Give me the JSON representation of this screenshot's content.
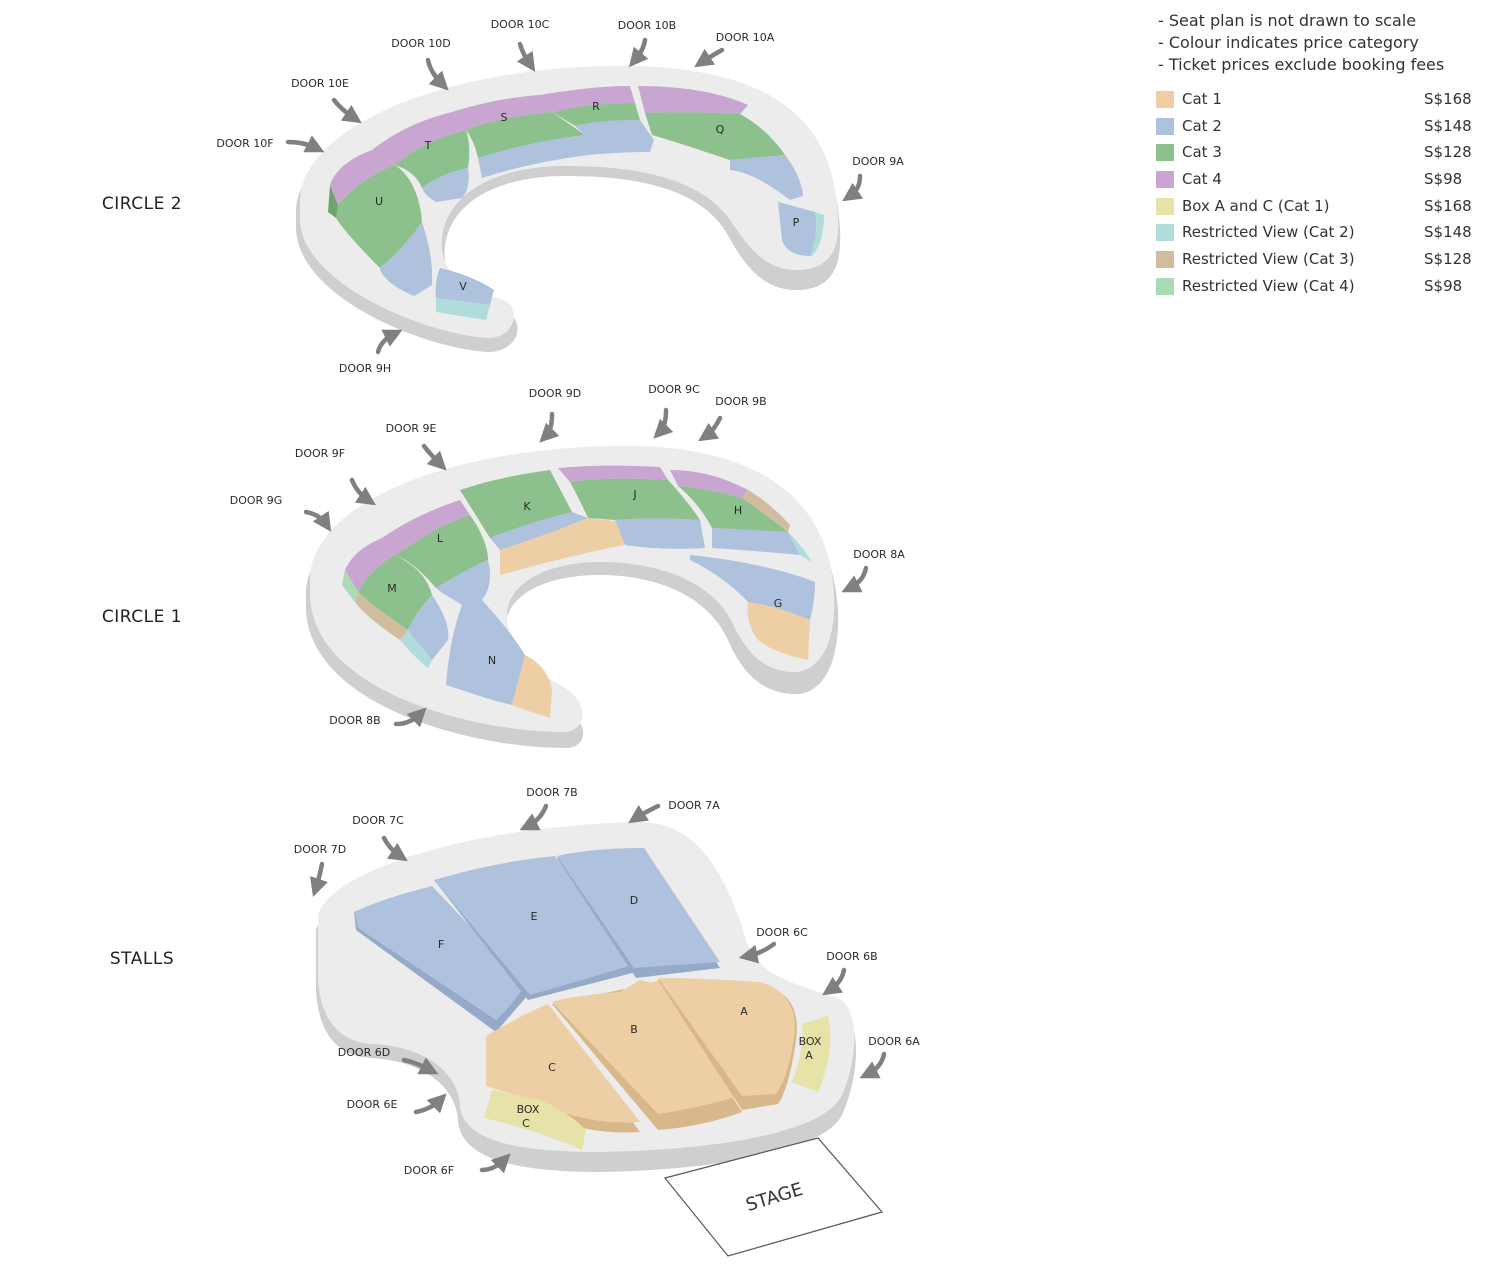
{
  "notes": [
    "- Seat plan is not drawn to scale",
    "- Colour indicates price category",
    "- Ticket prices exclude booking fees"
  ],
  "legend": [
    {
      "label": "Cat 1",
      "price": "S$168",
      "color": "#eecfa5"
    },
    {
      "label": "Cat 2",
      "price": "S$148",
      "color": "#aec1dd"
    },
    {
      "label": "Cat 3",
      "price": "S$128",
      "color": "#8cc08c"
    },
    {
      "label": "Cat 4",
      "price": "S$98",
      "color": "#c9a5d1"
    },
    {
      "label": "Box A and C (Cat 1)",
      "price": "S$168",
      "color": "#e6e2a8"
    },
    {
      "label": "Restricted View  (Cat 2)",
      "price": "S$148",
      "color": "#b1dcdc"
    },
    {
      "label": " Restricted View (Cat 3)",
      "price": "S$128",
      "color": "#cfbd9d"
    },
    {
      "label": " Restricted View (Cat 4)",
      "price": "S$98",
      "color": "#a9dcb5"
    }
  ],
  "levels": {
    "circle2": "CIRCLE 2",
    "circle1": "CIRCLE 1",
    "stalls": "STALLS"
  },
  "stage": "STAGE",
  "sections": {
    "P": "P",
    "Q": "Q",
    "R": "R",
    "S": "S",
    "T": "T",
    "U": "U",
    "V": "V",
    "G": "G",
    "H": "H",
    "J": "J",
    "K": "K",
    "L": "L",
    "M": "M",
    "N": "N",
    "A": "A",
    "B": "B",
    "C": "C",
    "D": "D",
    "E": "E",
    "F": "F",
    "BOX": "BOX",
    "BOX_A": "A",
    "BOX_C": "C"
  },
  "doors": {
    "d10A": "DOOR 10A",
    "d10B": "DOOR 10B",
    "d10C": "DOOR 10C",
    "d10D": "DOOR 10D",
    "d10E": "DOOR 10E",
    "d10F": "DOOR 10F",
    "d9A": "DOOR 9A",
    "d9H": "DOOR 9H",
    "d9B": "DOOR 9B",
    "d9C": "DOOR 9C",
    "d9D": "DOOR 9D",
    "d9E": "DOOR 9E",
    "d9F": "DOOR 9F",
    "d9G": "DOOR 9G",
    "d8A": "DOOR 8A",
    "d8B": "DOOR 8B",
    "d7A": "DOOR 7A",
    "d7B": "DOOR 7B",
    "d7C": "DOOR 7C",
    "d7D": "DOOR 7D",
    "d6A": "DOOR 6A",
    "d6B": "DOOR 6B",
    "d6C": "DOOR 6C",
    "d6D": "DOOR 6D",
    "d6E": "DOOR 6E",
    "d6F": "DOOR 6F"
  }
}
